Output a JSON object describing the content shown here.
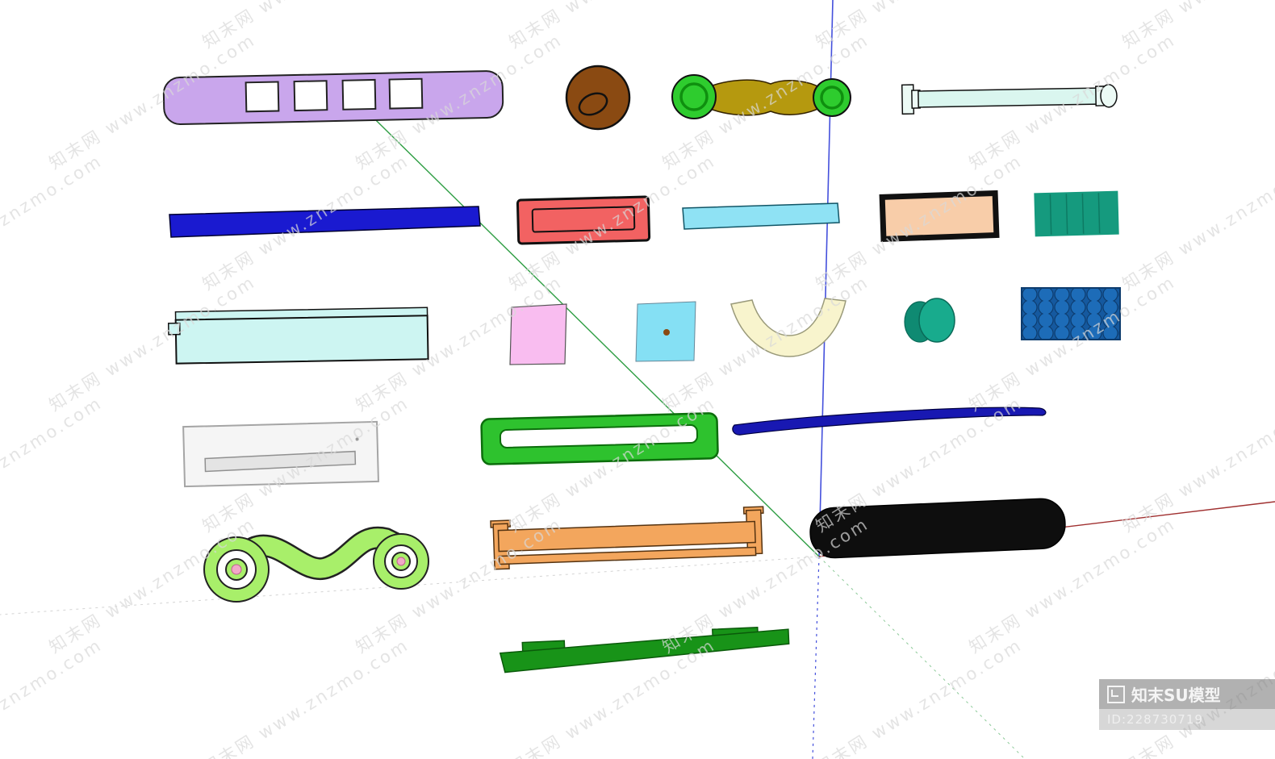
{
  "watermark": {
    "text": "知末网 www.znzmo.com",
    "color": "#d9d9d9"
  },
  "badge": {
    "brand": "知末SU模型",
    "id": "ID:228730719"
  },
  "axes": {
    "blue": "#4450dc",
    "green": "#2f9e44",
    "red": "#a03030",
    "faint": "#c9c9c9"
  },
  "items": [
    {
      "name": "lavender-plate-handle",
      "colors": {
        "main": "#c9a6ec",
        "cutout": "#ffffff"
      }
    },
    {
      "name": "brown-round-knob",
      "colors": {
        "main": "#8a4a12"
      }
    },
    {
      "name": "gold-spindle-handle",
      "colors": {
        "bar": "#b5990f",
        "ends": "#2ecc2e",
        "ring": "#0f8f0f"
      }
    },
    {
      "name": "cyan-towel-bar",
      "colors": {
        "rod": "#daf6ef",
        "end": "#ecfaf5"
      }
    },
    {
      "name": "blue-bar-handle",
      "colors": {
        "main": "#1a1ad0"
      }
    },
    {
      "name": "red-plate-handle",
      "colors": {
        "main": "#f26262"
      }
    },
    {
      "name": "sky-bar-handle",
      "colors": {
        "main": "#8fe2f4"
      }
    },
    {
      "name": "peach-plate-handle",
      "colors": {
        "main": "#f8cda9"
      }
    },
    {
      "name": "teal-panel-handle",
      "colors": {
        "main": "#159a7e",
        "line": "#0d7a63"
      }
    },
    {
      "name": "cyan-wide-handle",
      "colors": {
        "main": "#cdf5f2"
      }
    },
    {
      "name": "pink-square-knob",
      "colors": {
        "main": "#f9bdf0"
      }
    },
    {
      "name": "sky-square-knob",
      "colors": {
        "face": "#85e0f4",
        "dot": "#8a4a12"
      }
    },
    {
      "name": "cream-arc-handle",
      "colors": {
        "main": "#f8f4cd"
      }
    },
    {
      "name": "teal-cylinder-knob",
      "colors": {
        "front": "#18ab8d",
        "back": "#0f8a72"
      }
    },
    {
      "name": "blue-quilt-panel",
      "colors": {
        "base": "#15599f",
        "bump": "#1d6cb8"
      }
    },
    {
      "name": "white-recessed-plate",
      "colors": {
        "face": "#f5f5f5",
        "recess": "#e4e4e4"
      }
    },
    {
      "name": "green-slot-handle",
      "colors": {
        "body": "#2ec22e",
        "slot": "#ffffff"
      }
    },
    {
      "name": "navy-curved-handle",
      "colors": {
        "main": "#1818b2"
      }
    },
    {
      "name": "green-scroll-handle",
      "colors": {
        "body": "#a8ef6a",
        "dot": "#f2a8c8"
      }
    },
    {
      "name": "orange-rail-handle",
      "colors": {
        "main": "#f3a65d"
      }
    },
    {
      "name": "black-thick-handle",
      "colors": {
        "main": "#0e0e0e"
      }
    },
    {
      "name": "green-bar-handle",
      "colors": {
        "main": "#189318"
      }
    }
  ]
}
